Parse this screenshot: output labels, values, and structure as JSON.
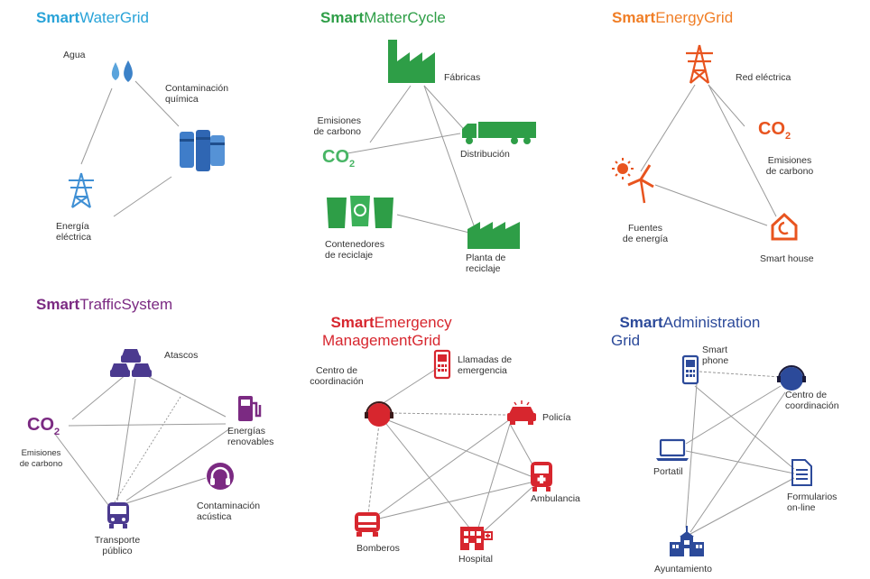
{
  "panels": {
    "water": {
      "title_bold": "Smart",
      "title_rest": "WaterGrid",
      "color": "#29a3d8",
      "labels": {
        "agua": "Agua",
        "contaminacion": "Contaminación\nquímica",
        "energia": "Energía\neléctrica"
      },
      "icons": [
        "water-drops-icon",
        "chemical-barrels-icon",
        "power-tower-icon"
      ]
    },
    "matter": {
      "title_bold": "Smart",
      "title_rest": "MatterCycle",
      "color": "#2e9e47",
      "labels": {
        "fabricas": "Fábricas",
        "emisiones": "Emisiones\nde carbono",
        "co2": "CO",
        "distribucion": "Distribución",
        "contenedores": "Contenedores\nde reciclaje",
        "planta": "Planta de\nreciclaje"
      },
      "icons": [
        "factory-icon",
        "truck-icon",
        "recycling-bins-icon",
        "recycling-plant-icon"
      ]
    },
    "energy": {
      "title_bold": "Smart",
      "title_rest": "EnergyGrid",
      "color": "#f07e26",
      "labels": {
        "red": "Red eléctrica",
        "co2": "CO",
        "emisiones": "Emisiones\nde carbono",
        "fuentes": "Fuentes\nde energía",
        "smarthouse": "Smart house"
      },
      "icons": [
        "power-tower-icon",
        "sun-wind-icon",
        "smart-house-icon"
      ]
    },
    "traffic": {
      "title_bold": "Smart",
      "title_rest": "TrafficSystem",
      "color": "#7b2a82",
      "labels": {
        "atascos": "Atascos",
        "co2": "CO",
        "emisiones": "Emisiones\nde carbono",
        "energias": "Energías\nrenovables",
        "contaminacion": "Contaminación\nacústica",
        "transporte": "Transporte\npúblico"
      },
      "icons": [
        "traffic-jam-icon",
        "fuel-pump-icon",
        "headphones-icon",
        "bus-icon"
      ]
    },
    "emergency": {
      "title_bold": "Smart",
      "title_rest": "Emergency\nManagementGrid",
      "color": "#d7262e",
      "labels": {
        "centro": "Centro de\ncoordinación",
        "llamadas": "Llamadas de\nemergencia",
        "policia": "Policía",
        "ambulancia": "Ambulancia",
        "bomberos": "Bomberos",
        "hospital": "Hospital"
      },
      "icons": [
        "operator-headset-icon",
        "mobile-phone-icon",
        "police-car-icon",
        "ambulance-icon",
        "fire-truck-icon",
        "hospital-icon"
      ]
    },
    "admin": {
      "title_bold": "Smart",
      "title_rest": "Administration\nGrid",
      "color": "#2c4a9a",
      "labels": {
        "smartphone": "Smart\nphone",
        "centro": "Centro de\ncoordinación",
        "portatil": "Portatil",
        "formularios": "Formularios\non-line",
        "ayuntamiento": "Ayuntamiento"
      },
      "icons": [
        "smartphone-icon",
        "operator-headset-icon",
        "laptop-icon",
        "form-document-icon",
        "town-hall-icon"
      ]
    }
  }
}
